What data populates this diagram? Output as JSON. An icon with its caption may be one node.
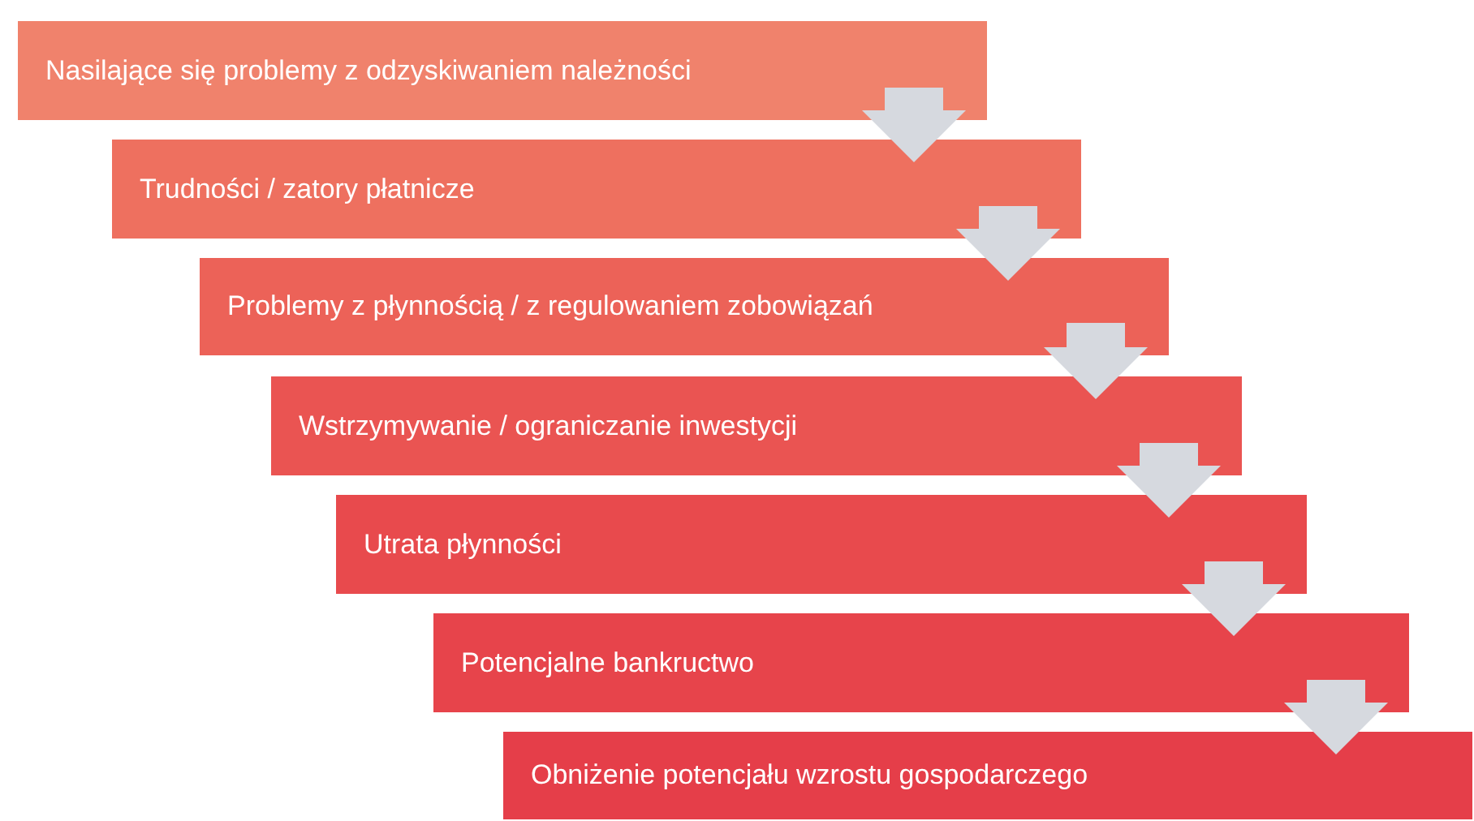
{
  "diagram": {
    "nodes": [
      {
        "text": [
          "Nasilające się problemy z odzyskiwaniem należności"
        ]
      },
      {
        "text": [
          "Trudności / zatory płatnicze"
        ]
      },
      {
        "text": [
          "Problemy z płynnością / z regulowaniem zobowiązań"
        ]
      },
      {
        "text": [
          "Wstrzymywanie / ograniczanie inwestycji"
        ]
      },
      {
        "text": [
          "Utrata płynności"
        ]
      },
      {
        "text": [
          "Potencjalne bankructwo"
        ]
      },
      {
        "text": [
          "Obniżenie potencjału wzrostu gospodarczego"
        ]
      }
    ],
    "edges": [
      {
        "from": 0,
        "to": 1,
        "arrow": "to"
      },
      {
        "from": 1,
        "to": 2,
        "arrow": "to"
      },
      {
        "from": 2,
        "to": 3,
        "arrow": "to"
      },
      {
        "from": 3,
        "to": 4,
        "arrow": "to"
      },
      {
        "from": 4,
        "to": 5,
        "arrow": "to"
      },
      {
        "from": 5,
        "to": 6,
        "arrow": "to"
      }
    ]
  }
}
